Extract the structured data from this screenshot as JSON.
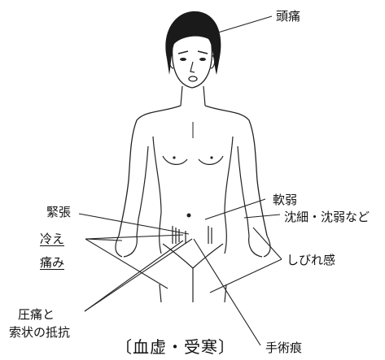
{
  "labels": {
    "headache": "頭痛",
    "tension": "緊張",
    "weakness": "軟弱",
    "pulse": "沈細・沈弱など",
    "cold": "冷え",
    "pain": "痛み",
    "numbness": "しびれ感",
    "tenderness_1": "圧痛と",
    "tenderness_2": "索状の抵抗",
    "scar": "手術痕"
  },
  "caption": "〔血虚・受寒〕"
}
